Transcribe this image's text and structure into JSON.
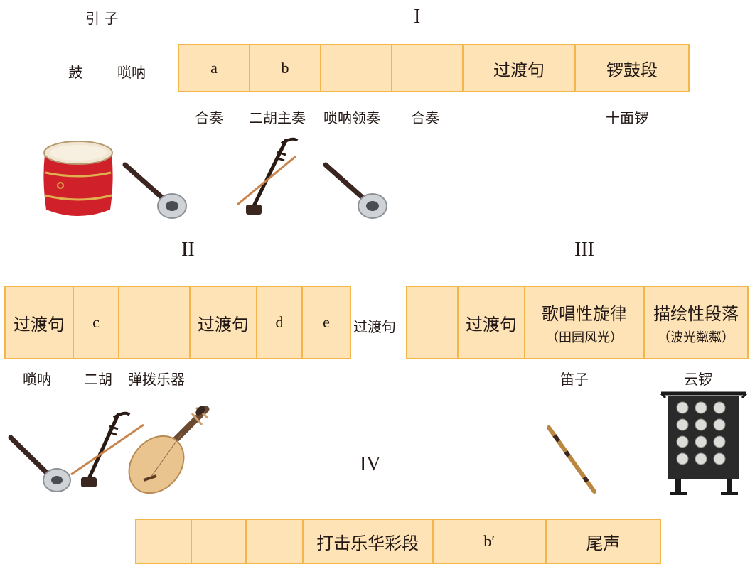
{
  "section1": {
    "intro_label": "引  子",
    "roman": "I",
    "intro_instruments": [
      "鼓",
      "唢呐"
    ],
    "cells": [
      "a",
      "b",
      "",
      "",
      "过渡句",
      "锣鼓段"
    ],
    "instruments": [
      "合奏",
      "二胡主奏",
      "唢呐领奏",
      "合奏",
      "十面锣"
    ]
  },
  "section2": {
    "roman": "II",
    "cells": [
      "过渡句",
      "c",
      "",
      "过渡句",
      "d",
      "e"
    ],
    "between_label": "过渡句",
    "instruments": [
      "唢呐",
      "二胡",
      "弹拨乐器"
    ]
  },
  "section3": {
    "roman": "III",
    "cells": [
      {
        "main": "",
        "sub": ""
      },
      {
        "main": "过渡句",
        "sub": ""
      },
      {
        "main": "歌唱性旋律",
        "sub": "（田园风光）"
      },
      {
        "main": "描绘性段落",
        "sub": "（波光粼粼）"
      }
    ],
    "instruments": [
      "笛子",
      "云锣"
    ]
  },
  "section4": {
    "roman": "IV",
    "cells": [
      "",
      "",
      "",
      "打击乐华彩段",
      "b′",
      "尾声"
    ]
  },
  "pictures": {
    "drum": "drum-illustration",
    "suona": "suona-illustration",
    "erhu": "erhu-illustration",
    "pipa": "pipa-illustration",
    "dizi": "dizi-illustration",
    "yunluo": "yunluo-illustration"
  },
  "colors": {
    "cell_fill": "#fde3b5",
    "cell_border": "#f3b64b",
    "drum_red": "#d0202a",
    "wood_dark": "#2a1a14"
  }
}
